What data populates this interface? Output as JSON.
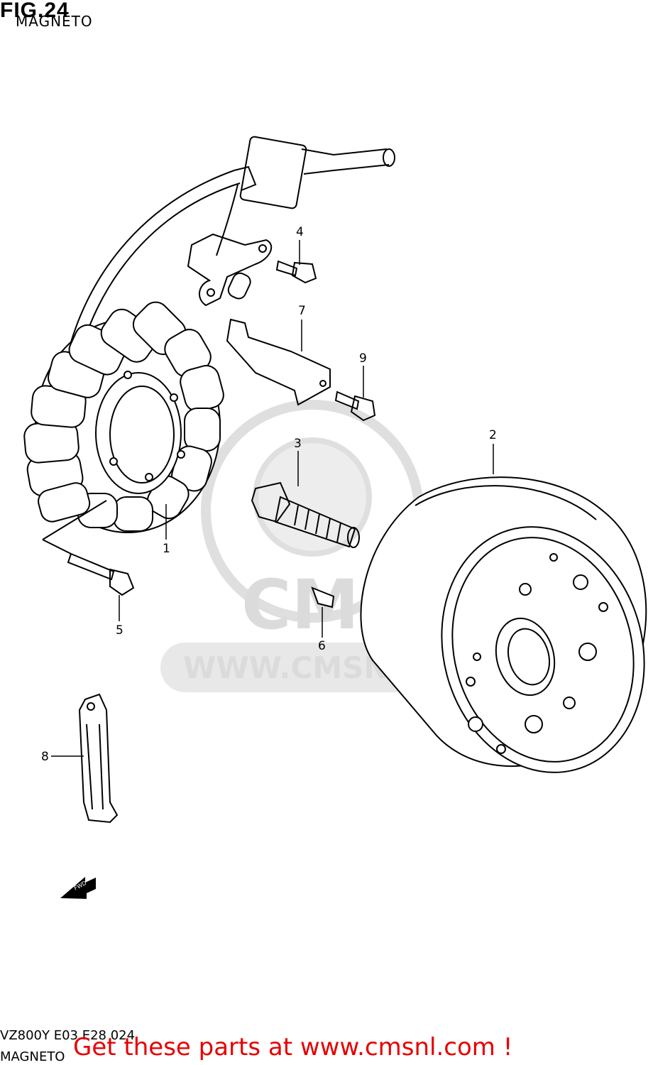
{
  "header": {
    "figure": "FIG.24",
    "subtitle": "MAGNETO"
  },
  "callouts": [
    "1",
    "2",
    "3",
    "4",
    "5",
    "6",
    "7",
    "8",
    "9"
  ],
  "watermark": {
    "brand": "CMS",
    "url": "WWW.CMSNL.COM"
  },
  "fwd_arrow": "FWD",
  "footer": {
    "model_code": "VZ800Y E03 E28 024",
    "subtitle": "MAGNETO",
    "cta": "Get these parts at www.cmsnl.com !"
  }
}
